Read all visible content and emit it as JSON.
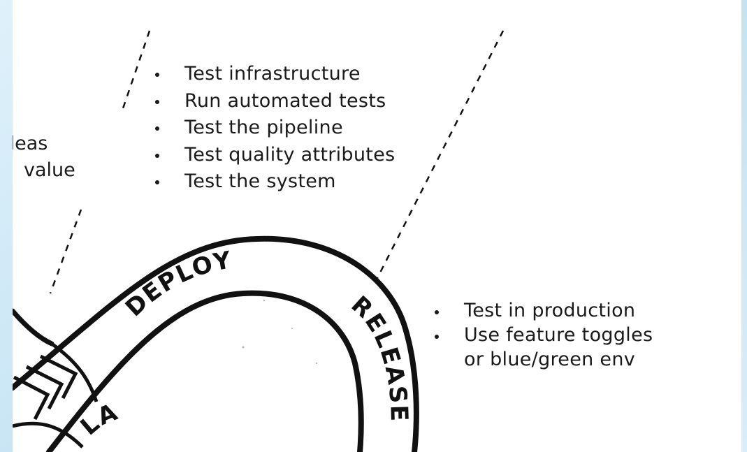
{
  "colors": {
    "ink": "#111111",
    "paper": "#ffffff",
    "frame": "#cfe8f5"
  },
  "top_list": {
    "items": [
      "Test infrastructure",
      "Run automated tests",
      "Test the pipeline",
      "Test quality attributes",
      "Test the system"
    ]
  },
  "right_list": {
    "items": [
      "Test in production",
      "Use feature toggles"
    ],
    "continuation": "or blue/green env"
  },
  "left_fragments": {
    "line1": "deas",
    "line2": "value"
  },
  "stages": {
    "deploy": "DEPLOY",
    "release": "RELEASE",
    "partial": "LA"
  }
}
